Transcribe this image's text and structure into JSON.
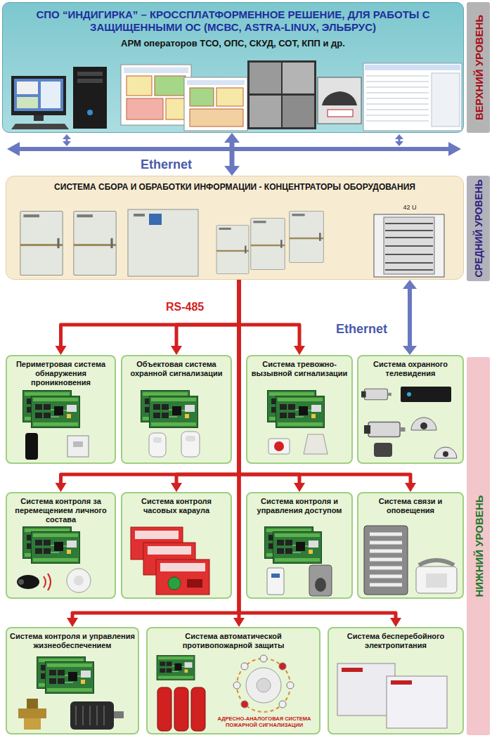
{
  "diagram": {
    "nodes": [
      {
        "text": [
          "СПО “ИНДИГИРКА” – КРОССПЛАТФОРМЕННОЕ РЕШЕНИЕ, ДЛЯ РАБОТЫ С ЗАЩИЩЕННЫМИ ОС (МСВС, ASTRA-LINUX, ЭЛЬБРУС)",
          "АРМ операторов ТСО, ОПС, СКУД, СОТ, КПП и др."
        ]
      },
      {
        "text": [
          "ВЕРХНИЙ УРОВЕНЬ"
        ]
      },
      {
        "text": [
          "СИСТЕМА СБОРА И ОБРАБОТКИ ИНФОРМАЦИИ - КОНЦЕНТРАТОРЫ ОБОРУДОВАНИЯ"
        ]
      },
      {
        "text": [
          "СРЕДНИЙ УРОВЕНЬ"
        ]
      },
      {
        "text": [
          "НИЖНИЙ УРОВЕНЬ"
        ]
      },
      {
        "text": [
          "Периметровая система обнаружения проникновения"
        ]
      },
      {
        "text": [
          "Объектовая система охранной сигнализации"
        ]
      },
      {
        "text": [
          "Система тревожно-вызывной сигнализации"
        ]
      },
      {
        "text": [
          "Система охранного телевидения"
        ]
      },
      {
        "text": [
          "Система контроля за перемещением личного состава"
        ]
      },
      {
        "text": [
          "Система контроля часовых караула"
        ]
      },
      {
        "text": [
          "Система контроля и управления доступом"
        ]
      },
      {
        "text": [
          "Система связи и оповещения"
        ]
      },
      {
        "text": [
          "Система контроля и управления жизнеобеспечением"
        ]
      },
      {
        "text": [
          "Система автоматической противопожарной защиты"
        ]
      },
      {
        "text": [
          "Система бесперебойного электропитания"
        ]
      }
    ],
    "edges": [
      {
        "from": 0,
        "to": 2,
        "arrow": "both",
        "label": "Ethernet"
      },
      {
        "from": 2,
        "to": 5,
        "arrow": "to",
        "label": "RS-485"
      },
      {
        "from": 2,
        "to": 6,
        "arrow": "to"
      },
      {
        "from": 2,
        "to": 7,
        "arrow": "to"
      },
      {
        "from": 2,
        "to": 8,
        "arrow": "both",
        "label": "Ethernet"
      },
      {
        "from": 2,
        "to": 9,
        "arrow": "to"
      },
      {
        "from": 2,
        "to": 10,
        "arrow": "to"
      },
      {
        "from": 2,
        "to": 11,
        "arrow": "to"
      },
      {
        "from": 2,
        "to": 12,
        "arrow": "to"
      },
      {
        "from": 2,
        "to": 13,
        "arrow": "to"
      },
      {
        "from": 2,
        "to": 14,
        "arrow": "to"
      },
      {
        "from": 2,
        "to": 15,
        "arrow": "to"
      }
    ],
    "labels": [
      "42 U",
      "АДРЕСНО-АНАЛОГОВАЯ СИСТЕМА ПОЖАРНОЙ СИГНАЛИЗАЦИИ"
    ]
  }
}
